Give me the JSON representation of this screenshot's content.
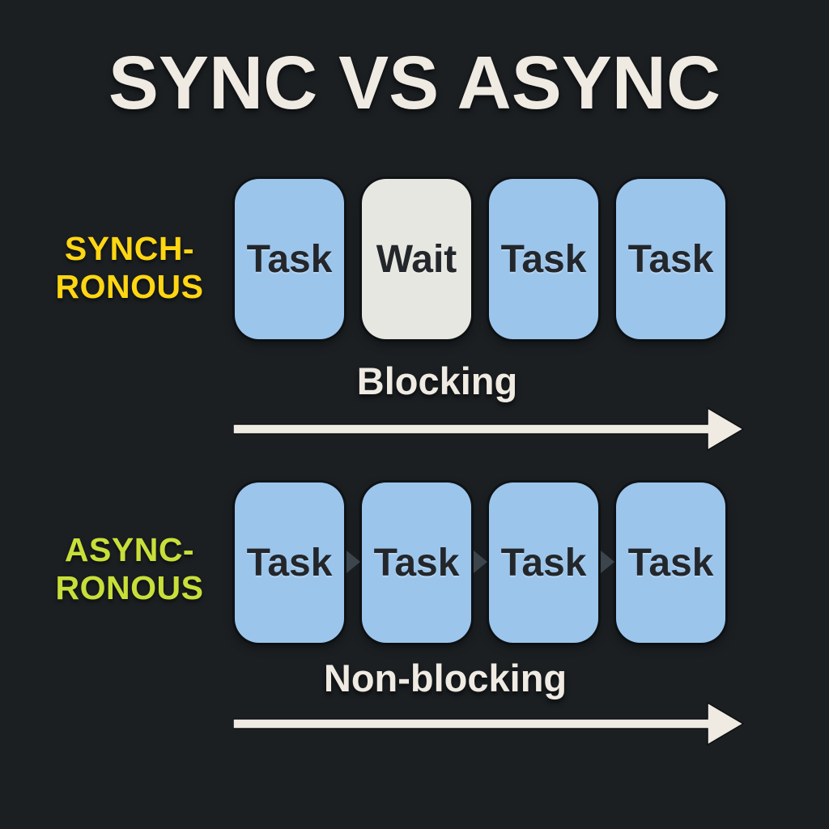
{
  "title": "SYNC VS ASYNC",
  "palette": {
    "background": "#1B1F22",
    "light_text": "#EFEAE2",
    "sync_label_color": "#FED613",
    "async_label_color": "#C8DF3A",
    "task_box_fill": "#9CC5EC",
    "wait_box_fill": "#E7E7E1",
    "box_text_color": "#23272B",
    "chevron_color": "#3C444C"
  },
  "sync_section": {
    "label": {
      "line1": "SYNCH-",
      "line2": "RONOUS"
    },
    "boxes": [
      {
        "label": "Task",
        "type": "task"
      },
      {
        "label": "Wait",
        "type": "wait"
      },
      {
        "label": "Task",
        "type": "task"
      },
      {
        "label": "Task",
        "type": "task"
      }
    ],
    "caption": "Blocking"
  },
  "async_section": {
    "label": {
      "line1": "ASYNC-",
      "line2": "RONOUS"
    },
    "boxes": [
      {
        "label": "Task",
        "type": "task"
      },
      {
        "label": "Task",
        "type": "task"
      },
      {
        "label": "Task",
        "type": "task"
      },
      {
        "label": "Task",
        "type": "task"
      }
    ],
    "caption": "Non-blocking"
  }
}
